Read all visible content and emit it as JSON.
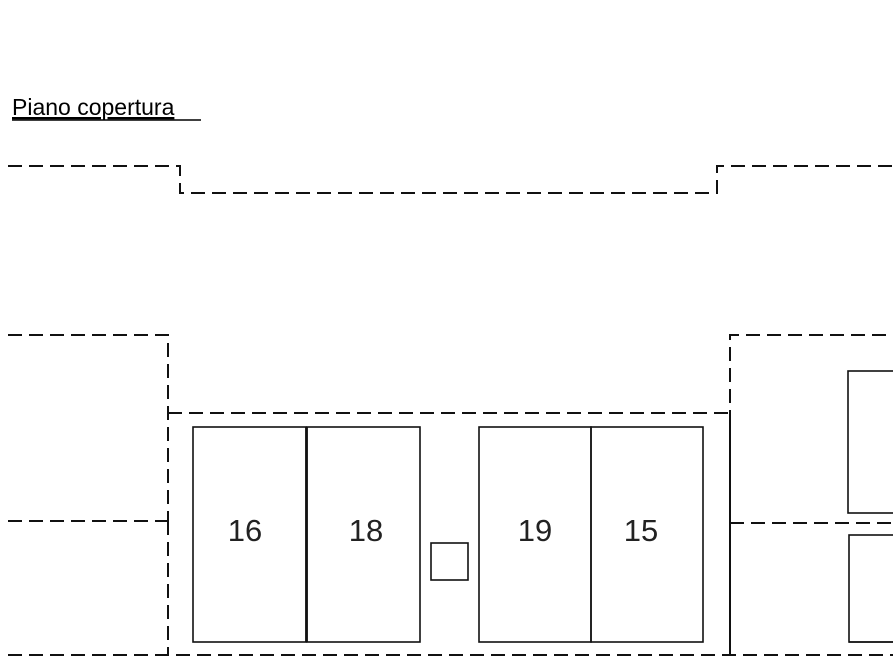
{
  "title": "Piano copertura",
  "units": [
    {
      "label": "16"
    },
    {
      "label": "18"
    },
    {
      "label": "19"
    },
    {
      "label": "15"
    }
  ],
  "colors": {
    "line": "#111111",
    "background": "#ffffff"
  }
}
